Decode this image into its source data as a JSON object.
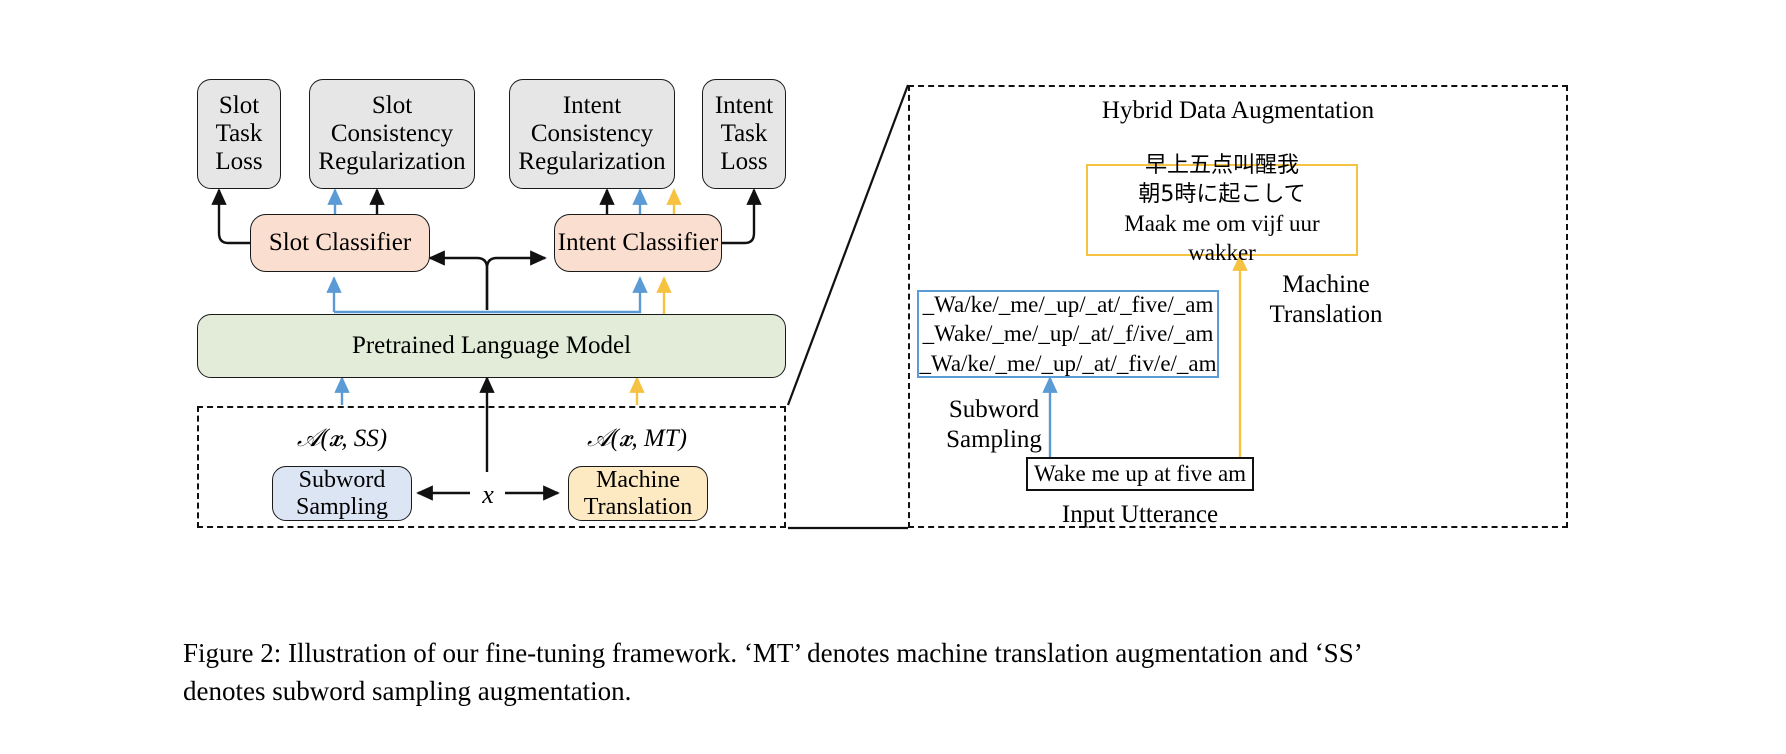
{
  "figure": {
    "caption_line1": "Figure 2:  Illustration of our fine-tuning framework.  ‘MT’ denotes machine translation augmentation and ‘SS’",
    "caption_line2": "denotes subword sampling augmentation."
  },
  "left_panel": {
    "losses": [
      {
        "name": "slot-task-loss",
        "lines": [
          "Slot",
          "Task",
          "Loss"
        ]
      },
      {
        "name": "slot-consistency-regularization",
        "lines": [
          "Slot",
          "Consistency",
          "Regularization"
        ]
      },
      {
        "name": "intent-consistency-regularization",
        "lines": [
          "Intent",
          "Consistency",
          "Regularization"
        ]
      },
      {
        "name": "intent-task-loss",
        "lines": [
          "Intent",
          "Task",
          "Loss"
        ]
      }
    ],
    "classifiers": {
      "slot": "Slot Classifier",
      "intent": "Intent Classifier"
    },
    "encoder": "Pretrained Language Model",
    "aug_labels": {
      "ss": "𝒜(𝒙, SS)",
      "mt": "𝒜(𝒙, MT)"
    },
    "aug_boxes": {
      "subword_sampling": [
        "Subword",
        "Sampling"
      ],
      "machine_translation": [
        "Machine",
        "Translation"
      ]
    },
    "input_symbol": "x"
  },
  "right_panel": {
    "title": "Hybrid Data Augmentation",
    "translation_box": {
      "lines": [
        "早上五点叫醒我",
        "朝5時に起こして",
        "Maak me om vijf uur wakker"
      ]
    },
    "subword_box": {
      "lines": [
        "_Wa/ke/_me/_up/_at/_five/_am",
        "_Wake/_me/_up/_at/_f/ive/_am",
        "_Wa/ke/_me/_up/_at/_fiv/e/_am"
      ]
    },
    "input_box": "Wake me up at five am",
    "input_label": "Input Utterance",
    "edge_labels": {
      "subword_sampling": [
        "Subword",
        "Sampling"
      ],
      "machine_translation": [
        "Machine",
        "Translation"
      ]
    }
  },
  "colors": {
    "loss_fill": "#e6e6e6",
    "classifier_fill": "#fadfd0",
    "encoder_fill": "#e2ecd8",
    "subword_fill": "#dbe5f3",
    "mt_fill": "#fdeac2",
    "blue_edge": "#5b9bd5",
    "yellow_edge": "#f5c242",
    "black_edge": "#111111"
  }
}
